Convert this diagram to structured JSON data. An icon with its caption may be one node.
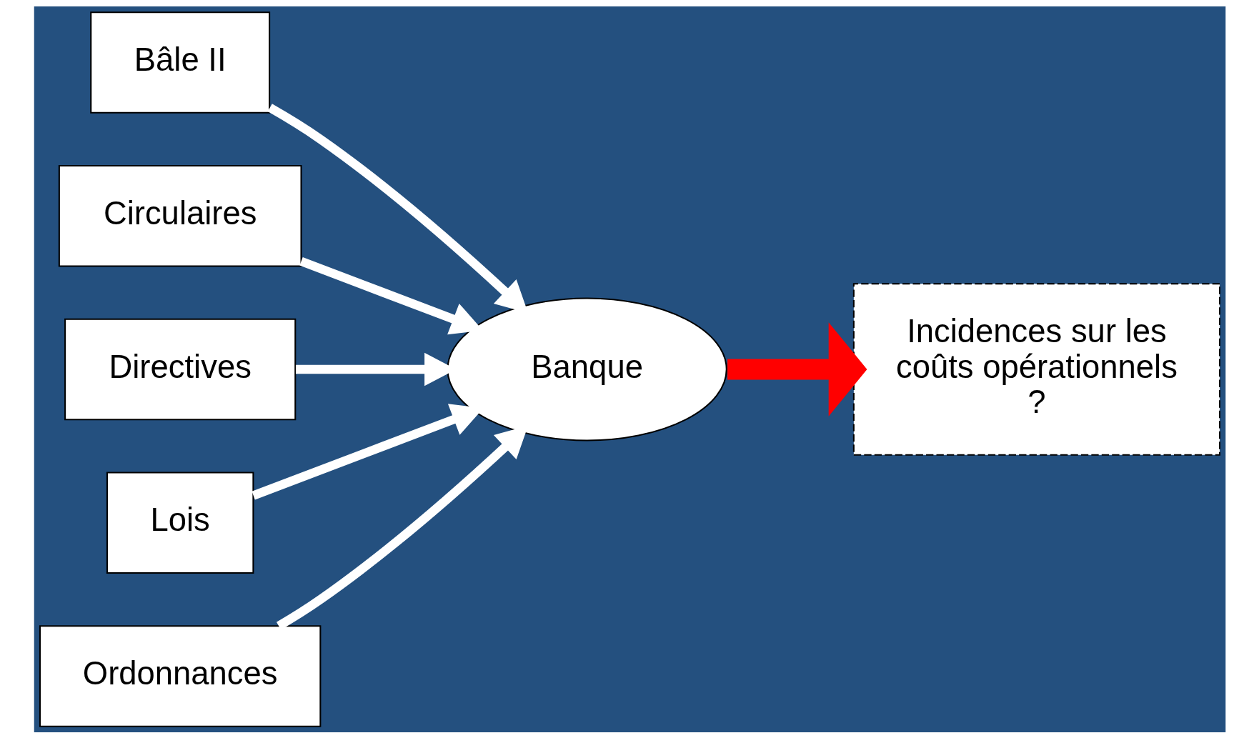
{
  "diagram": {
    "nodes": [
      {
        "text": [
          "Bâle II"
        ]
      },
      {
        "text": [
          "Circulaires"
        ]
      },
      {
        "text": [
          "Directives"
        ]
      },
      {
        "text": [
          "Lois"
        ]
      },
      {
        "text": [
          "Ordonnances"
        ]
      },
      {
        "text": [
          "Banque"
        ]
      },
      {
        "text": [
          "Incidences sur les coûts opérationnels ?"
        ]
      }
    ],
    "edges": [
      {
        "from": 0,
        "to": 5,
        "arrow": "to"
      },
      {
        "from": 1,
        "to": 5,
        "arrow": "to"
      },
      {
        "from": 2,
        "to": 5,
        "arrow": "to"
      },
      {
        "from": 3,
        "to": 5,
        "arrow": "to"
      },
      {
        "from": 4,
        "to": 5,
        "arrow": "to"
      },
      {
        "from": 5,
        "to": 6,
        "arrow": "to",
        "style": "thick",
        "color": "#ff0000"
      }
    ]
  }
}
